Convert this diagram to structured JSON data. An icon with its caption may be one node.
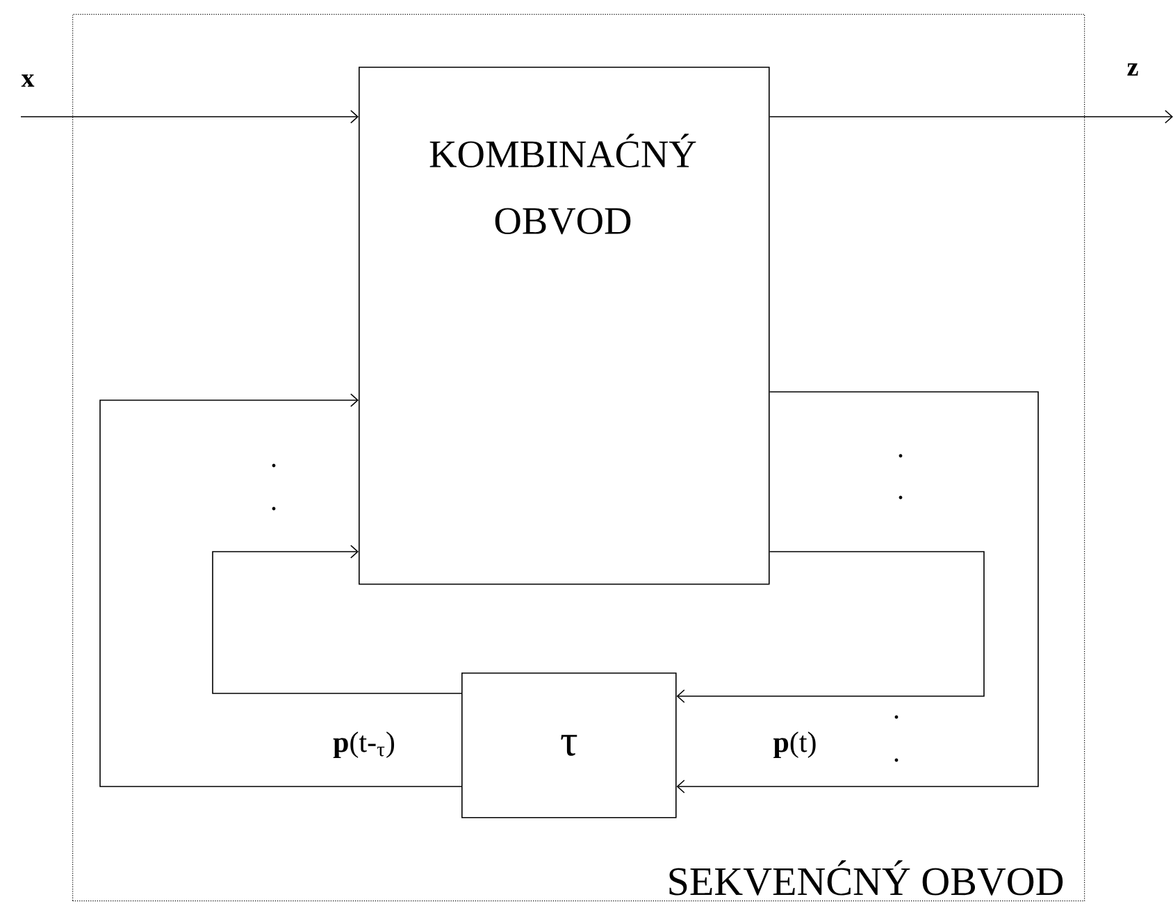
{
  "diagram": {
    "nodes": [
      {
        "text": [
          "SEKVENĆNÝ OBVOD"
        ]
      },
      {
        "text": [
          "KOMBINAĆNÝ OBVOD"
        ],
        "in": 0
      },
      {
        "text": [
          "τ"
        ],
        "in": 0
      }
    ],
    "edges": [
      {
        "from": null,
        "to": 1,
        "arrow": "to",
        "label": "x"
      },
      {
        "from": 1,
        "to": null,
        "arrow": "to",
        "label": "z"
      },
      {
        "from": 1,
        "to": 2,
        "arrow": "to"
      },
      {
        "from": 1,
        "to": 2,
        "arrow": "to"
      },
      {
        "from": 2,
        "to": 1,
        "arrow": "to"
      },
      {
        "from": 2,
        "to": 1,
        "arrow": "to"
      }
    ],
    "labels": [
      "**p**(t-$_{τ}$)",
      "**p**(t)"
    ]
  }
}
